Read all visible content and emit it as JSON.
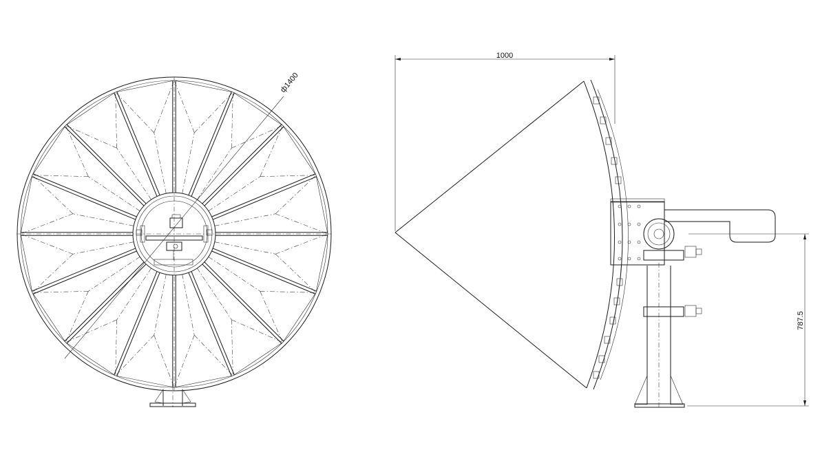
{
  "dimensions": {
    "diameter_label": "ф1400",
    "width_label": "1000",
    "height_label": "787.5"
  },
  "colors": {
    "line": "#1a1a1a",
    "background": "#ffffff"
  }
}
